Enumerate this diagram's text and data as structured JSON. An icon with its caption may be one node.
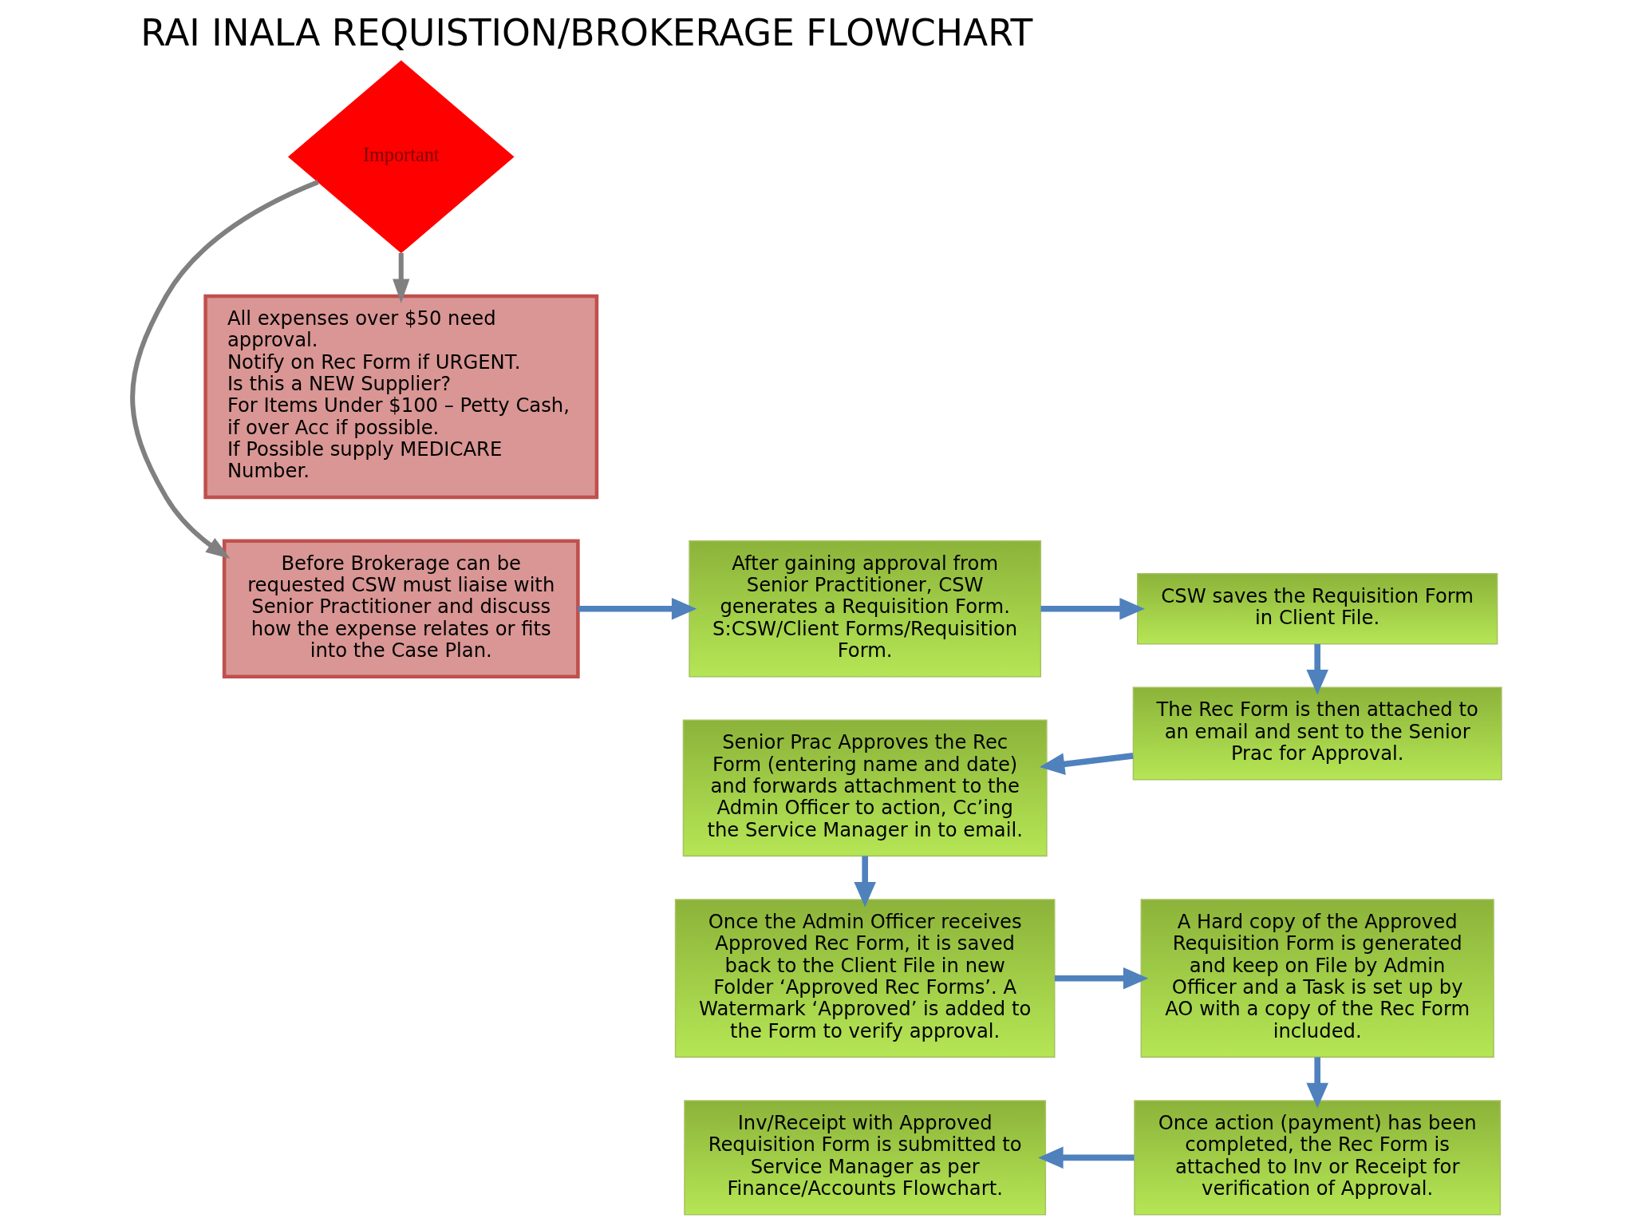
{
  "diagram": {
    "title": "RAI INALA REQUISTION/BROKERAGE FLOWCHART",
    "nodes": [
      {
        "text": [
          "Before Brokerage can be requested CSW must liaise with Senior Practitioner and discuss how the expense relates or fits into the Case Plan."
        ]
      },
      {
        "text": [
          "After gaining approval from Senior Practitioner, CSW generates a Requisition Form. S:CSW/Client Forms/Requisition Form."
        ]
      },
      {
        "text": [
          "CSW saves the Requisition Form in Client File."
        ]
      },
      {
        "text": [
          "The Rec Form is then attached to an email and sent to the Senior Prac for Approval."
        ]
      },
      {
        "text": [
          "Senior Prac Approves the Rec Form (entering name and date) and forwards attachment to the Admin Officer to action, Cc’ing the Service Manager in to email."
        ]
      },
      {
        "text": [
          "Once the Admin Officer receives Approved Rec Form, it is saved back to the Client File in new Folder ‘Approved Rec Forms’. A Watermark ‘Approved’ is added to the Form to verify approval."
        ]
      },
      {
        "text": [
          "A Hard copy of the Approved Requisition Form is generated and keep on File by Admin Officer and a Task is set up by AO with a copy of the Rec Form included."
        ]
      },
      {
        "text": [
          "Once action (payment) has been completed, the Rec Form is attached to Inv or Receipt for verification of Approval."
        ]
      },
      {
        "text": [
          "Inv/Receipt with Approved Requisition Form is submitted to Service Manager as per Finance/Accounts Flowchart."
        ]
      },
      {
        "text": [
          "Important"
        ]
      },
      {
        "text": [
          "All expenses over $50 need approval.",
          "Notify on Rec Form if URGENT.",
          "Is this a NEW Supplier?",
          "For Items Under $100 – Petty Cash, if over Acc if possible.",
          "If Possible supply MEDICARE Number."
        ]
      }
    ],
    "edges": [
      {
        "from": 0,
        "to": 1,
        "arrow": "to"
      },
      {
        "from": 1,
        "to": 2,
        "arrow": "to"
      },
      {
        "from": 2,
        "to": 3,
        "arrow": "to"
      },
      {
        "from": 3,
        "to": 4,
        "arrow": "to"
      },
      {
        "from": 4,
        "to": 5,
        "arrow": "to"
      },
      {
        "from": 5,
        "to": 6,
        "arrow": "to"
      },
      {
        "from": 6,
        "to": 7,
        "arrow": "to"
      },
      {
        "from": 7,
        "to": 8,
        "arrow": "to"
      },
      {
        "from": 9,
        "to": 0,
        "arrow": "to",
        "color": "#808080"
      },
      {
        "from": 9,
        "to": 10,
        "arrow": "to",
        "color": "#808080"
      }
    ]
  }
}
